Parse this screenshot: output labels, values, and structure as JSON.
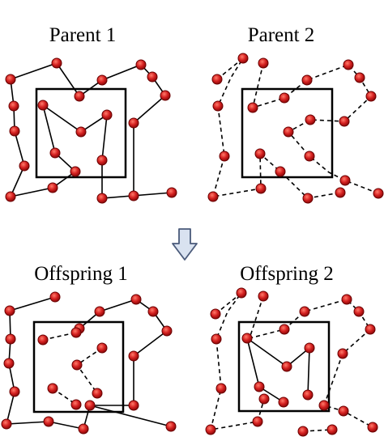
{
  "titles": {
    "parent1": "Parent 1",
    "parent2": "Parent 2",
    "offspring1": "Offspring 1",
    "offspring2": "Offspring 2"
  },
  "arrow_icon": "down-arrow-icon",
  "colors": {
    "node": "#d42020",
    "edge": "#000000",
    "arrow_fill": "#d9e2f0",
    "arrow_stroke": "#4a5a7a"
  }
}
